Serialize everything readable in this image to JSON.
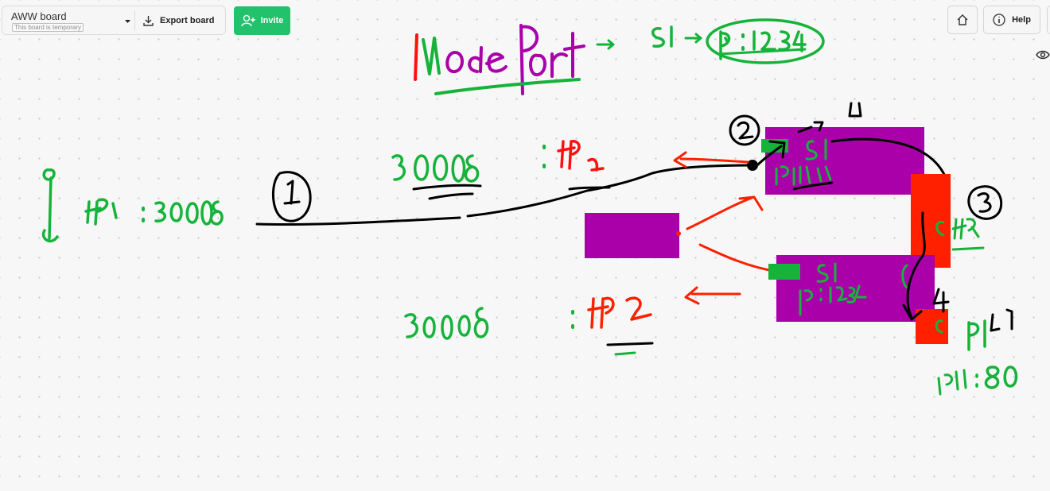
{
  "board": {
    "name": "AWW board",
    "temporary_note": "This board is temporary",
    "export_label": "Export board",
    "invite_label": "Invite",
    "help_label": "Help"
  },
  "colors": {
    "brand_green": "#22c16b",
    "ink_green": "#16b33a",
    "ink_red": "#ff2000",
    "ink_black": "#000000",
    "shape_purple": "#aa00aa",
    "shape_red": "#ff2000",
    "shape_green": "#16b33a",
    "canvas_background": "#f7f7f7"
  },
  "icons": [
    "chevron-down-icon",
    "download-icon",
    "add-user-icon",
    "home-icon",
    "info-icon",
    "eye-icon"
  ]
}
